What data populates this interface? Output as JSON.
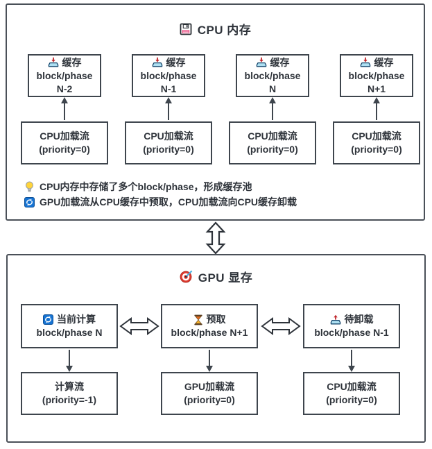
{
  "colors": {
    "panel_border": "#4a5058",
    "box_border": "#3e454d",
    "text": "#2e333a",
    "background": "#ffffff",
    "sync_blue": "#1673d2",
    "target_red": "#df3b2f",
    "bulb_yellow": "#ffd43b",
    "tray_blue": "#aee0f2",
    "arrow_red": "#c0272d",
    "floppy_pink": "#e8447c"
  },
  "cpu_section": {
    "title": "CPU 内存",
    "title_icon": "floppy-disk-icon",
    "cache_boxes": [
      {
        "icon": "inbox-tray-icon",
        "label": "缓存",
        "line2": "block/phase",
        "line3": "N-2"
      },
      {
        "icon": "inbox-tray-icon",
        "label": "缓存",
        "line2": "block/phase",
        "line3": "N-1"
      },
      {
        "icon": "inbox-tray-icon",
        "label": "缓存",
        "line2": "block/phase",
        "line3": "N"
      },
      {
        "icon": "inbox-tray-icon",
        "label": "缓存",
        "line2": "block/phase",
        "line3": "N+1"
      }
    ],
    "stream_boxes": [
      {
        "line1": "CPU加载流",
        "line2": "(priority=0)"
      },
      {
        "line1": "CPU加载流",
        "line2": "(priority=0)"
      },
      {
        "line1": "CPU加载流",
        "line2": "(priority=0)"
      },
      {
        "line1": "CPU加载流",
        "line2": "(priority=0)"
      }
    ],
    "notes": [
      {
        "icon": "light-bulb-icon",
        "text": "CPU内存中存储了多个block/phase，形成缓存池"
      },
      {
        "icon": "sync-icon",
        "text": "GPU加载流从CPU缓存中预取，CPU加载流向CPU缓存卸载"
      }
    ]
  },
  "gpu_section": {
    "title": "GPU 显存",
    "title_icon": "dart-target-icon",
    "state_boxes": [
      {
        "icon": "sync-icon",
        "line1": "当前计算",
        "line2": "block/phase N"
      },
      {
        "icon": "hourglass-icon",
        "line1": "预取",
        "line2": "block/phase N+1"
      },
      {
        "icon": "outbox-tray-icon",
        "line1": "待卸载",
        "line2": "block/phase N-1"
      }
    ],
    "stream_boxes": [
      {
        "line1": "计算流",
        "line2": "(priority=-1)"
      },
      {
        "line1": "GPU加载流",
        "line2": "(priority=0)"
      },
      {
        "line1": "CPU加载流",
        "line2": "(priority=0)"
      }
    ]
  }
}
